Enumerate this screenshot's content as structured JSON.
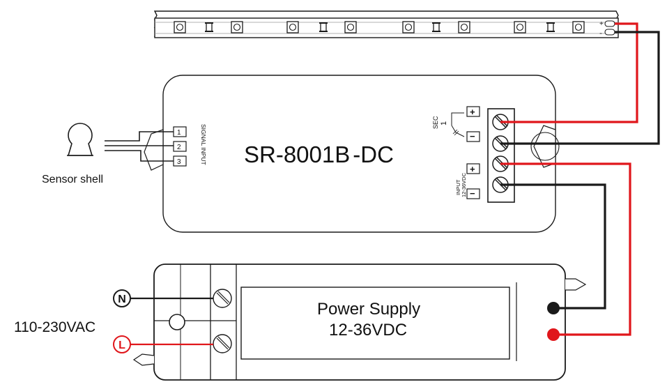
{
  "controller": {
    "model": "SR-8001B",
    "model_suffix": "-DC",
    "signal_input_label": "SIGNAL INPUT",
    "signal_pins": [
      "1",
      "2",
      "3"
    ],
    "sec_label": "SEC",
    "sec_channel": "1",
    "input_label": "INPUT",
    "input_range": "12-36VDC"
  },
  "sensor": {
    "label": "Sensor shell"
  },
  "strip": {
    "plus_label": "+",
    "minus_label": "-"
  },
  "power_supply": {
    "title": "Power Supply",
    "voltage": "12-36VDC"
  },
  "mains": {
    "voltage": "110-230VAC",
    "neutral": "N",
    "live": "L"
  },
  "terminal_marks": {
    "plus": "+",
    "minus": "−"
  },
  "colors": {
    "positive_wire": "#e0161b",
    "negative_wire": "#1a1a1a",
    "outline": "#1a1a1a"
  }
}
